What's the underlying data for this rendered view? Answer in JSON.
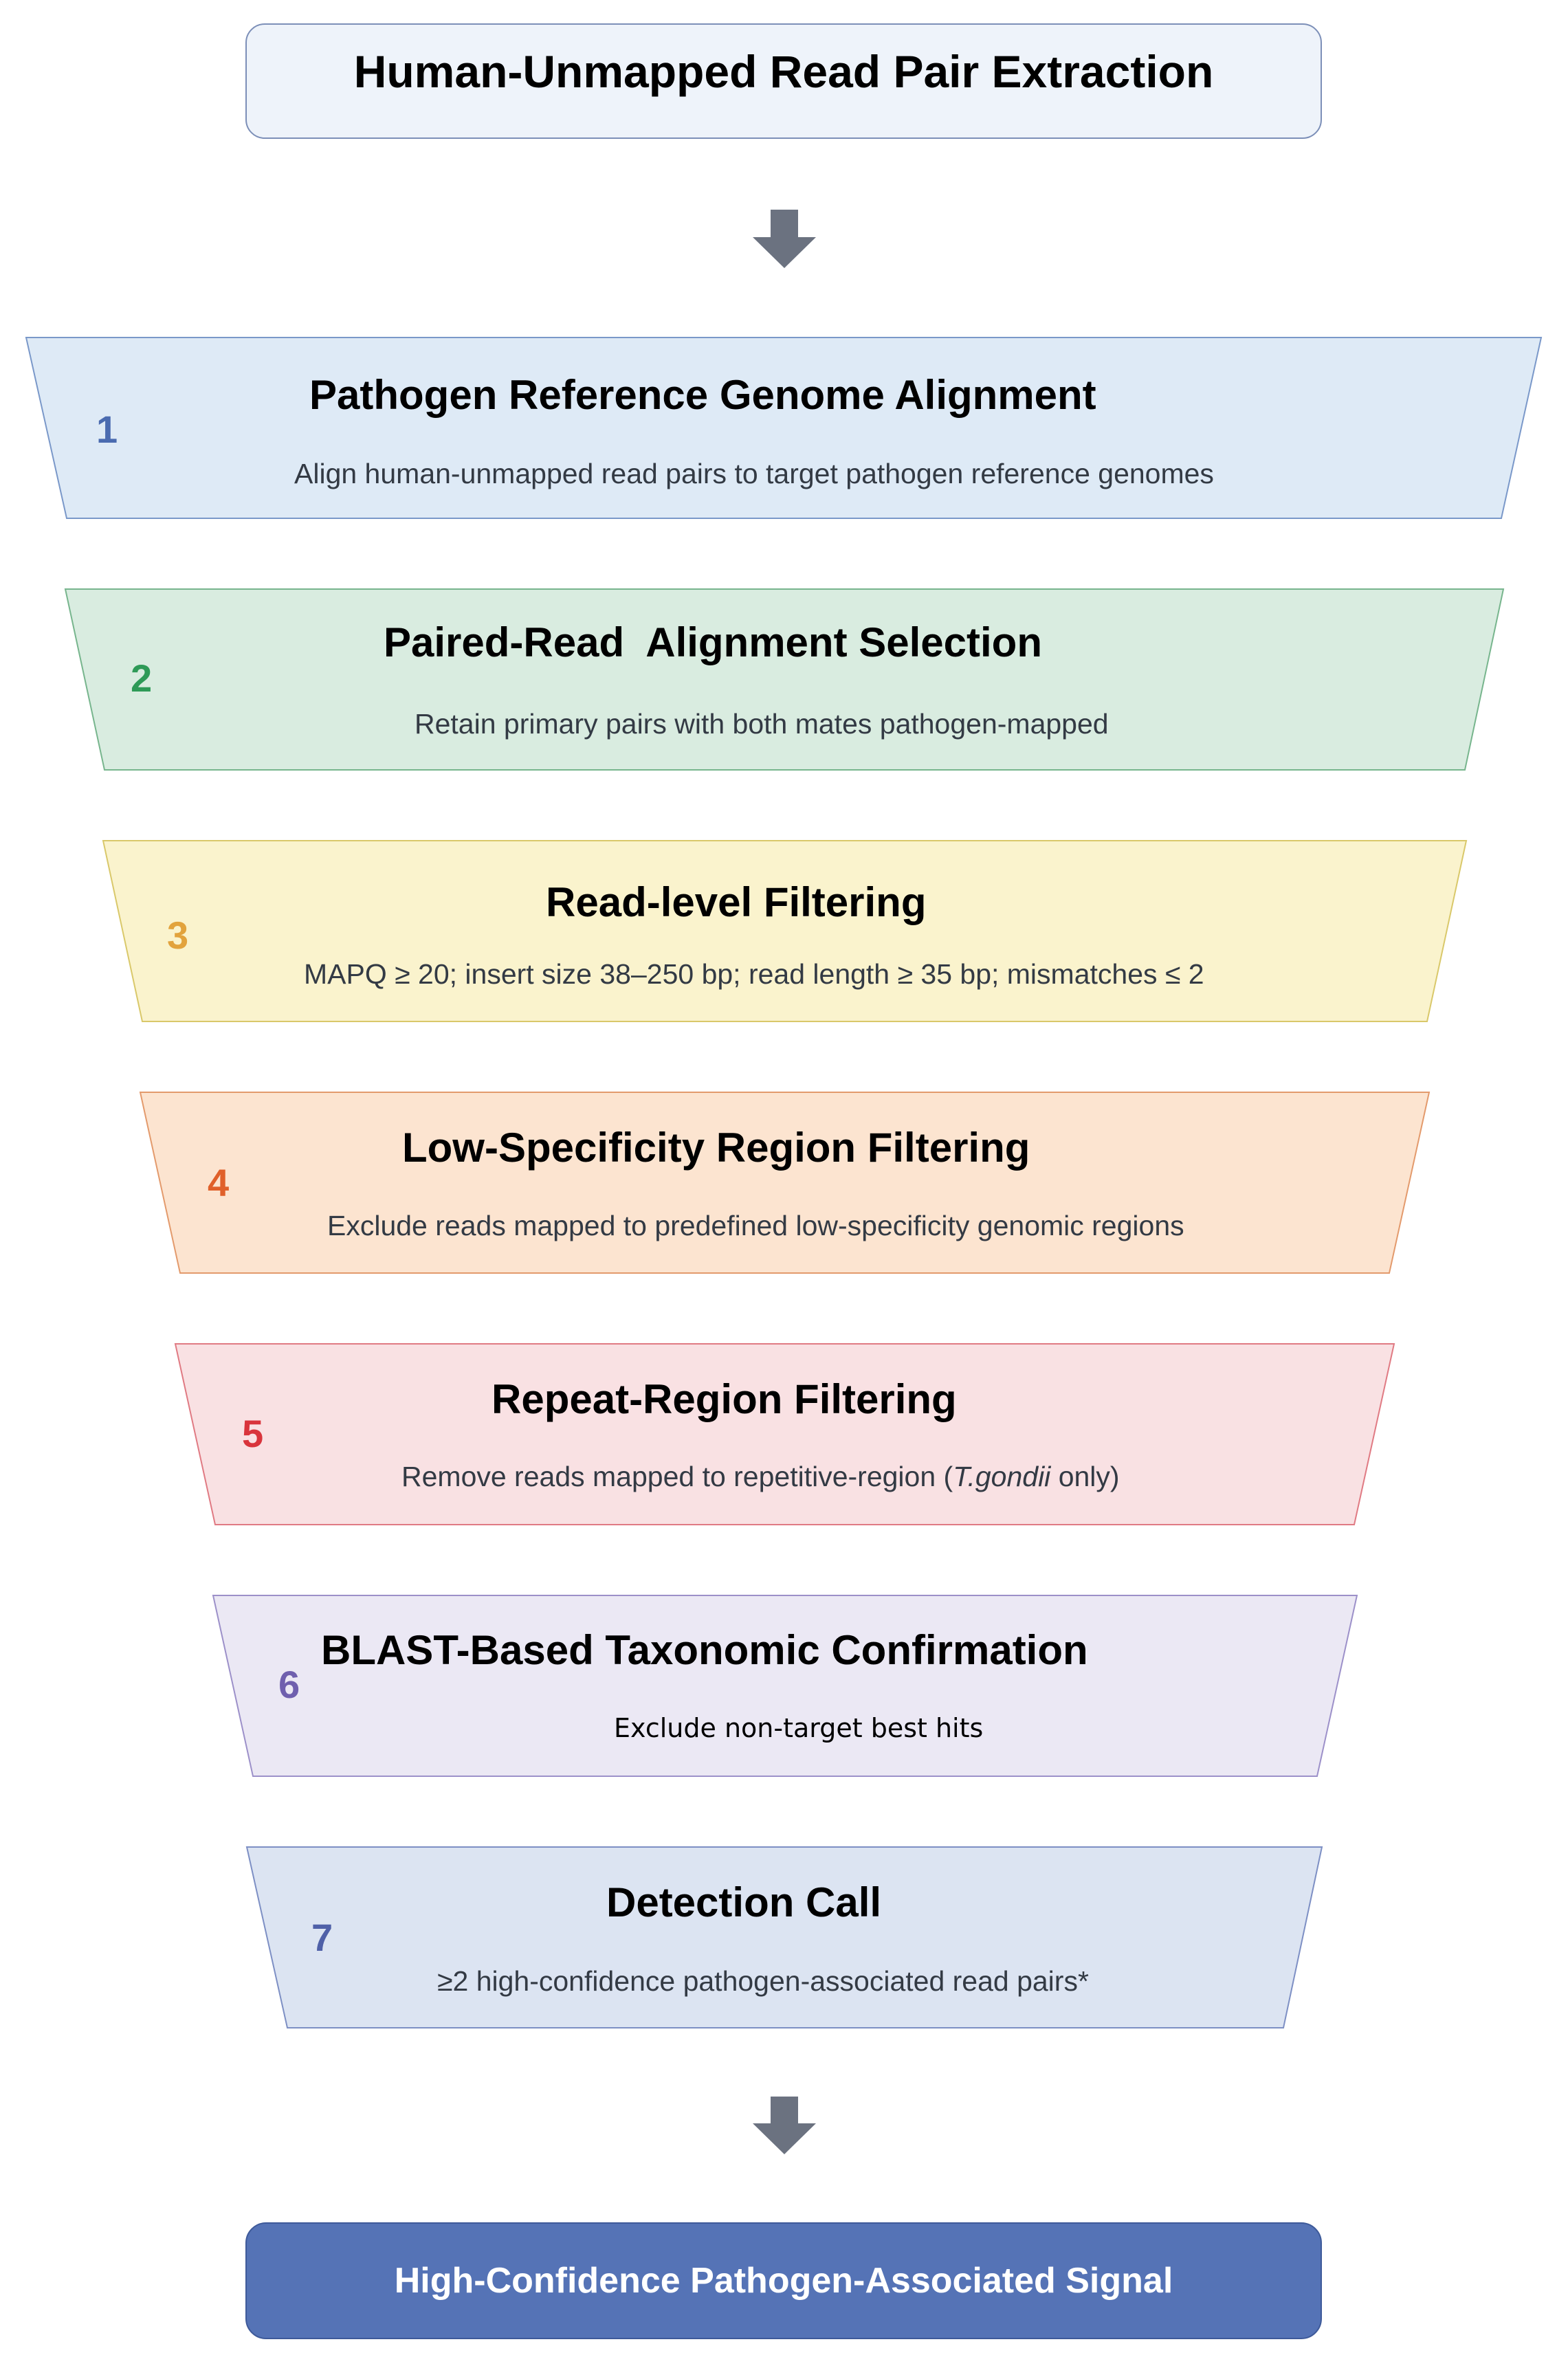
{
  "header": {
    "title": "Human-Unmapped Read Pair Extraction"
  },
  "steps": [
    {
      "number": "1",
      "title": "Pathogen Reference Genome Alignment",
      "description": "Align human-unmapped read pairs to target pathogen reference genomes",
      "fill": "#deeaf6",
      "stroke": "#7a98c9",
      "number_color": "#4a6bb0"
    },
    {
      "number": "2",
      "title": "Paired-Read  Alignment Selection",
      "description": "Retain primary pairs with both mates pathogen-mapped",
      "fill": "#d9ece0",
      "stroke": "#77b58d",
      "number_color": "#2e9a57"
    },
    {
      "number": "3",
      "title": "Read-level Filtering",
      "description": "MAPQ ≥ 20; insert size 38–250 bp; read length ≥ 35 bp; mismatches ≤ 2",
      "fill": "#faf3cd",
      "stroke": "#d9c86a",
      "number_color": "#e2a33d"
    },
    {
      "number": "4",
      "title": "Low-Specificity Region Filtering",
      "description": "Exclude reads mapped to predefined low-specificity genomic regions",
      "fill": "#fce4d0",
      "stroke": "#e39a6c",
      "number_color": "#e0602a"
    },
    {
      "number": "5",
      "title": "Repeat-Region Filtering",
      "description_before": "Remove reads mapped to repetitive-region (",
      "description_italic": "T.gondii",
      "description_after": " only)",
      "fill": "#f9e1e3",
      "stroke": "#e07a83",
      "number_color": "#d9343c"
    },
    {
      "number": "6",
      "title": "BLAST-Based Taxonomic Confirmation",
      "description": "Exclude non-target best hits",
      "fill": "#ebe8f4",
      "stroke": "#9c90c9",
      "number_color": "#6f5fae"
    },
    {
      "number": "7",
      "title": "Detection Call",
      "description": "≥2 high-confidence pathogen-associated read pairs*",
      "fill": "#dce4f2",
      "stroke": "#7d8fc4",
      "number_color": "#4f60a8"
    }
  ],
  "footer": {
    "result": "High-Confidence Pathogen-Associated Signal"
  },
  "colors": {
    "arrow": "#6b7280",
    "result_fill": "#5573b6"
  }
}
